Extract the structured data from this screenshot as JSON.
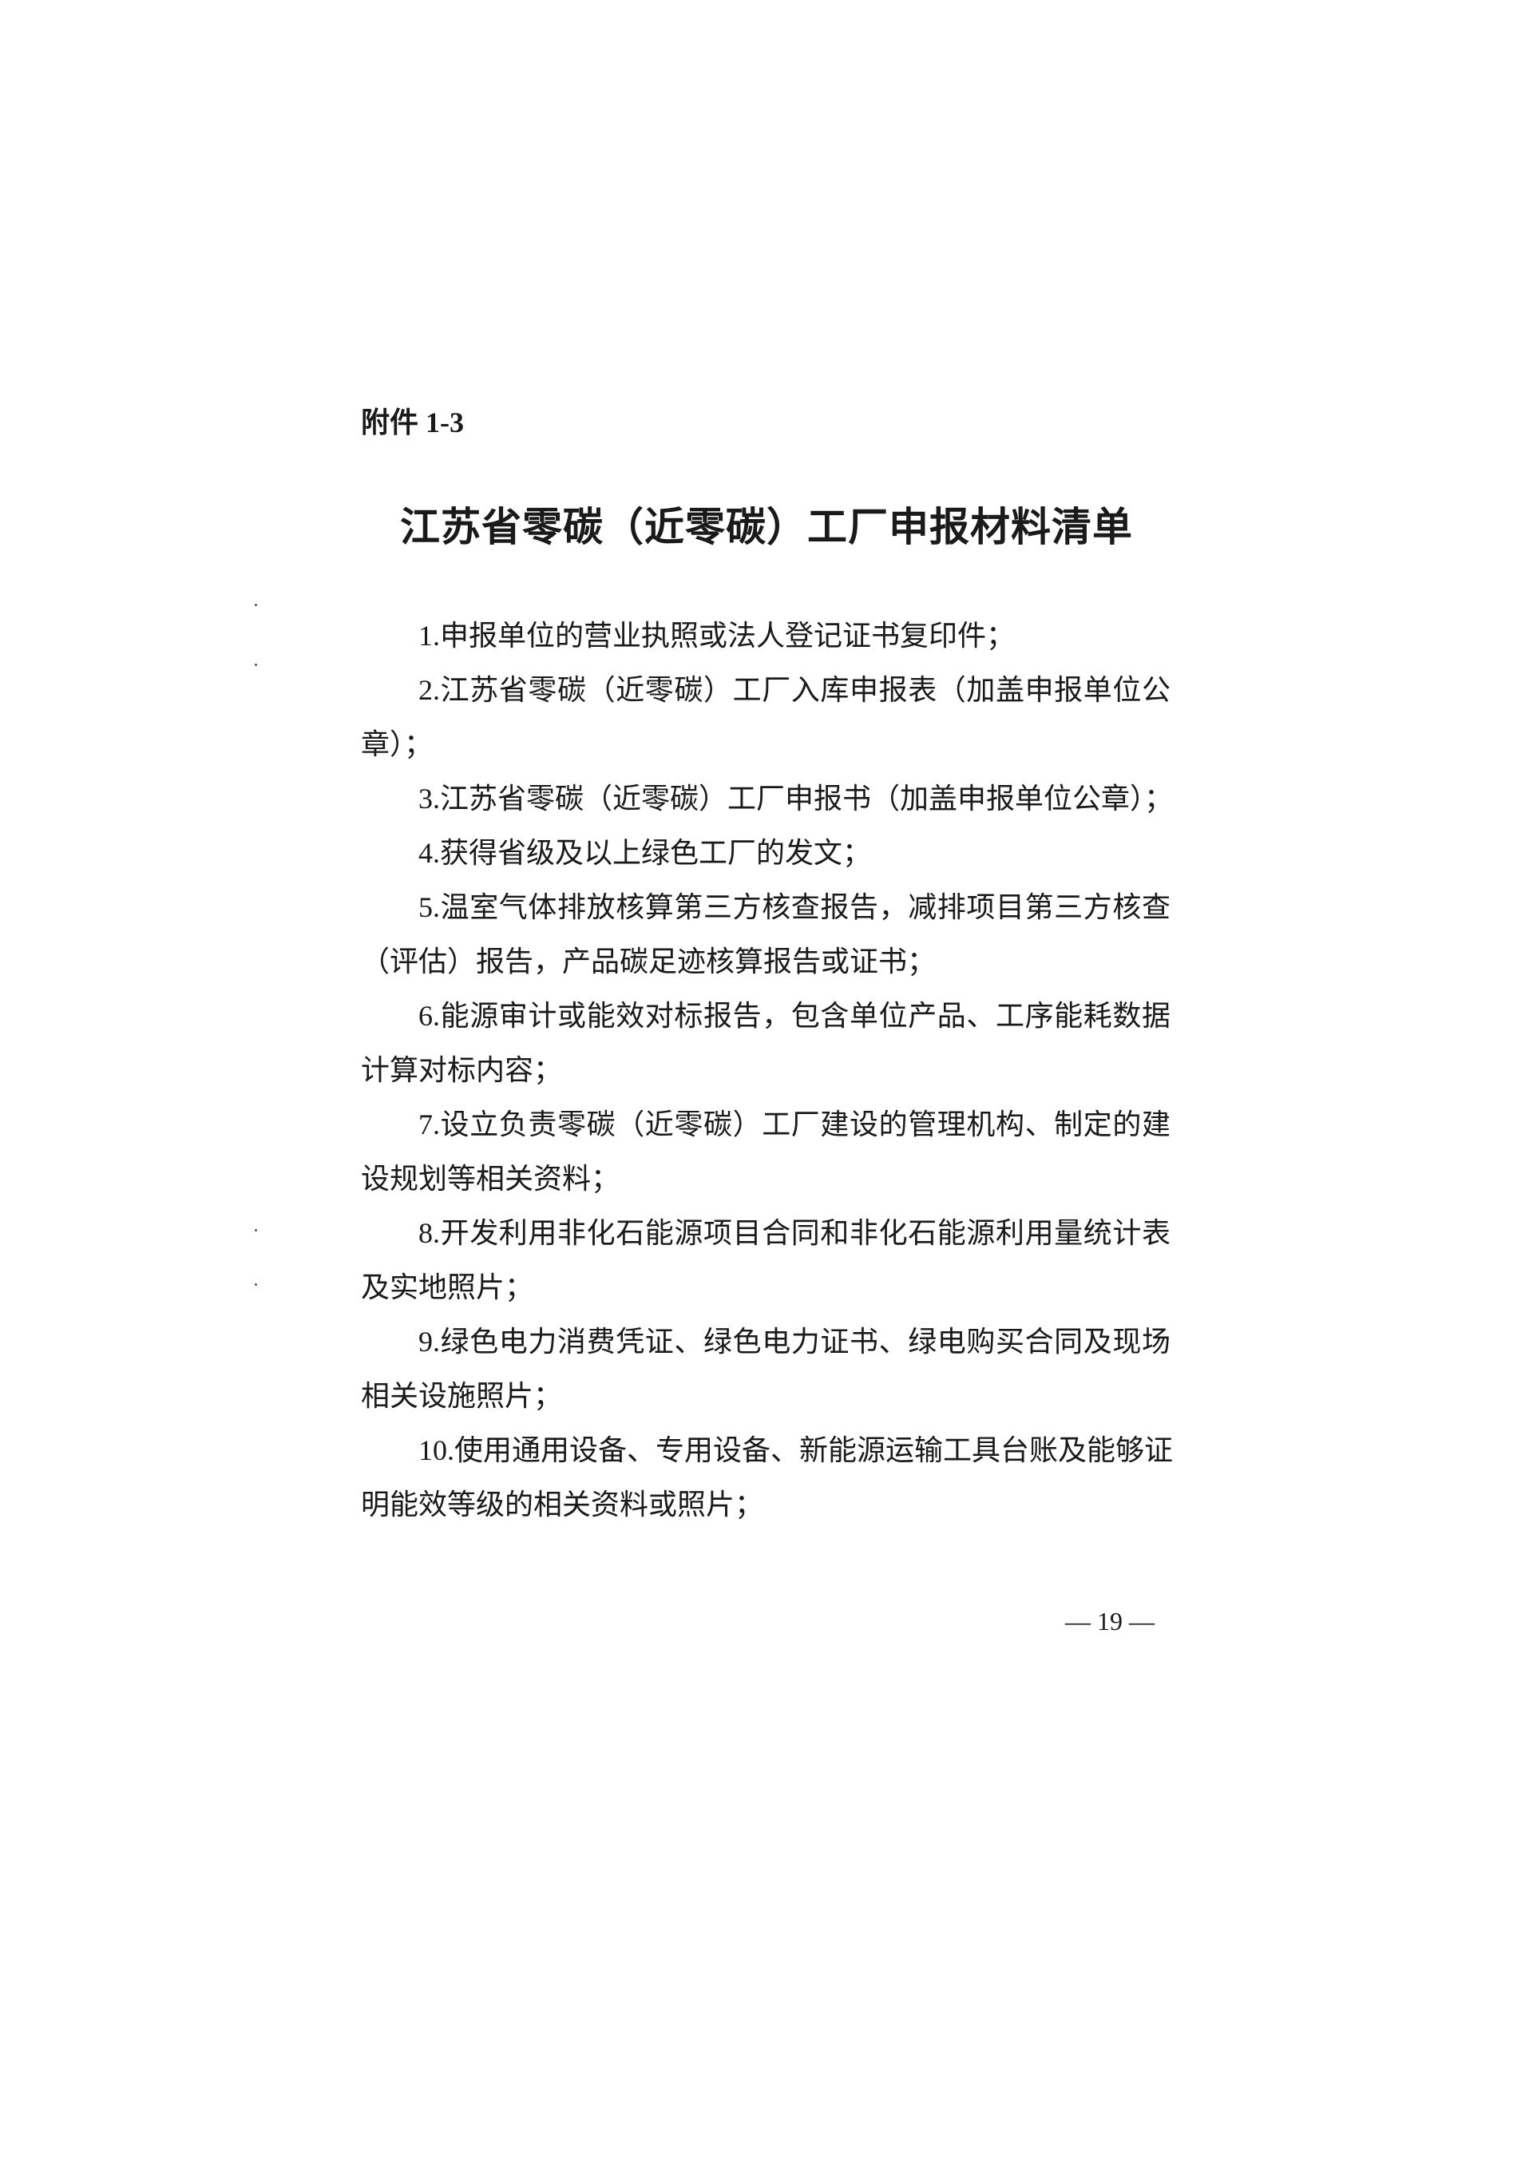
{
  "attachment_label": "附件 1-3",
  "title": "江苏省零碳（近零碳）工厂申报材料清单",
  "items": [
    {
      "lines": [
        "1.申报单位的营业执照或法人登记证书复印件；"
      ]
    },
    {
      "lines": [
        "2.江苏省零碳（近零碳）工厂入库申报表（加盖申报单位公",
        "章）；"
      ]
    },
    {
      "lines": [
        "3.江苏省零碳（近零碳）工厂申报书（加盖申报单位公章）；"
      ]
    },
    {
      "lines": [
        "4.获得省级及以上绿色工厂的发文；"
      ]
    },
    {
      "lines": [
        "5.温室气体排放核算第三方核查报告，减排项目第三方核查",
        "（评估）报告，产品碳足迹核算报告或证书；"
      ]
    },
    {
      "lines": [
        "6.能源审计或能效对标报告，包含单位产品、工序能耗数据",
        "计算对标内容；"
      ]
    },
    {
      "lines": [
        "7.设立负责零碳（近零碳）工厂建设的管理机构、制定的建",
        "设规划等相关资料；"
      ]
    },
    {
      "lines": [
        "8.开发利用非化石能源项目合同和非化石能源利用量统计表",
        "及实地照片；"
      ]
    },
    {
      "lines": [
        "9.绿色电力消费凭证、绿色电力证书、绿电购买合同及现场",
        "相关设施照片；"
      ]
    },
    {
      "lines": [
        "10.使用通用设备、专用设备、新能源运输工具台账及能够证",
        "明能效等级的相关资料或照片；"
      ]
    }
  ],
  "page_number": "— 19 —"
}
